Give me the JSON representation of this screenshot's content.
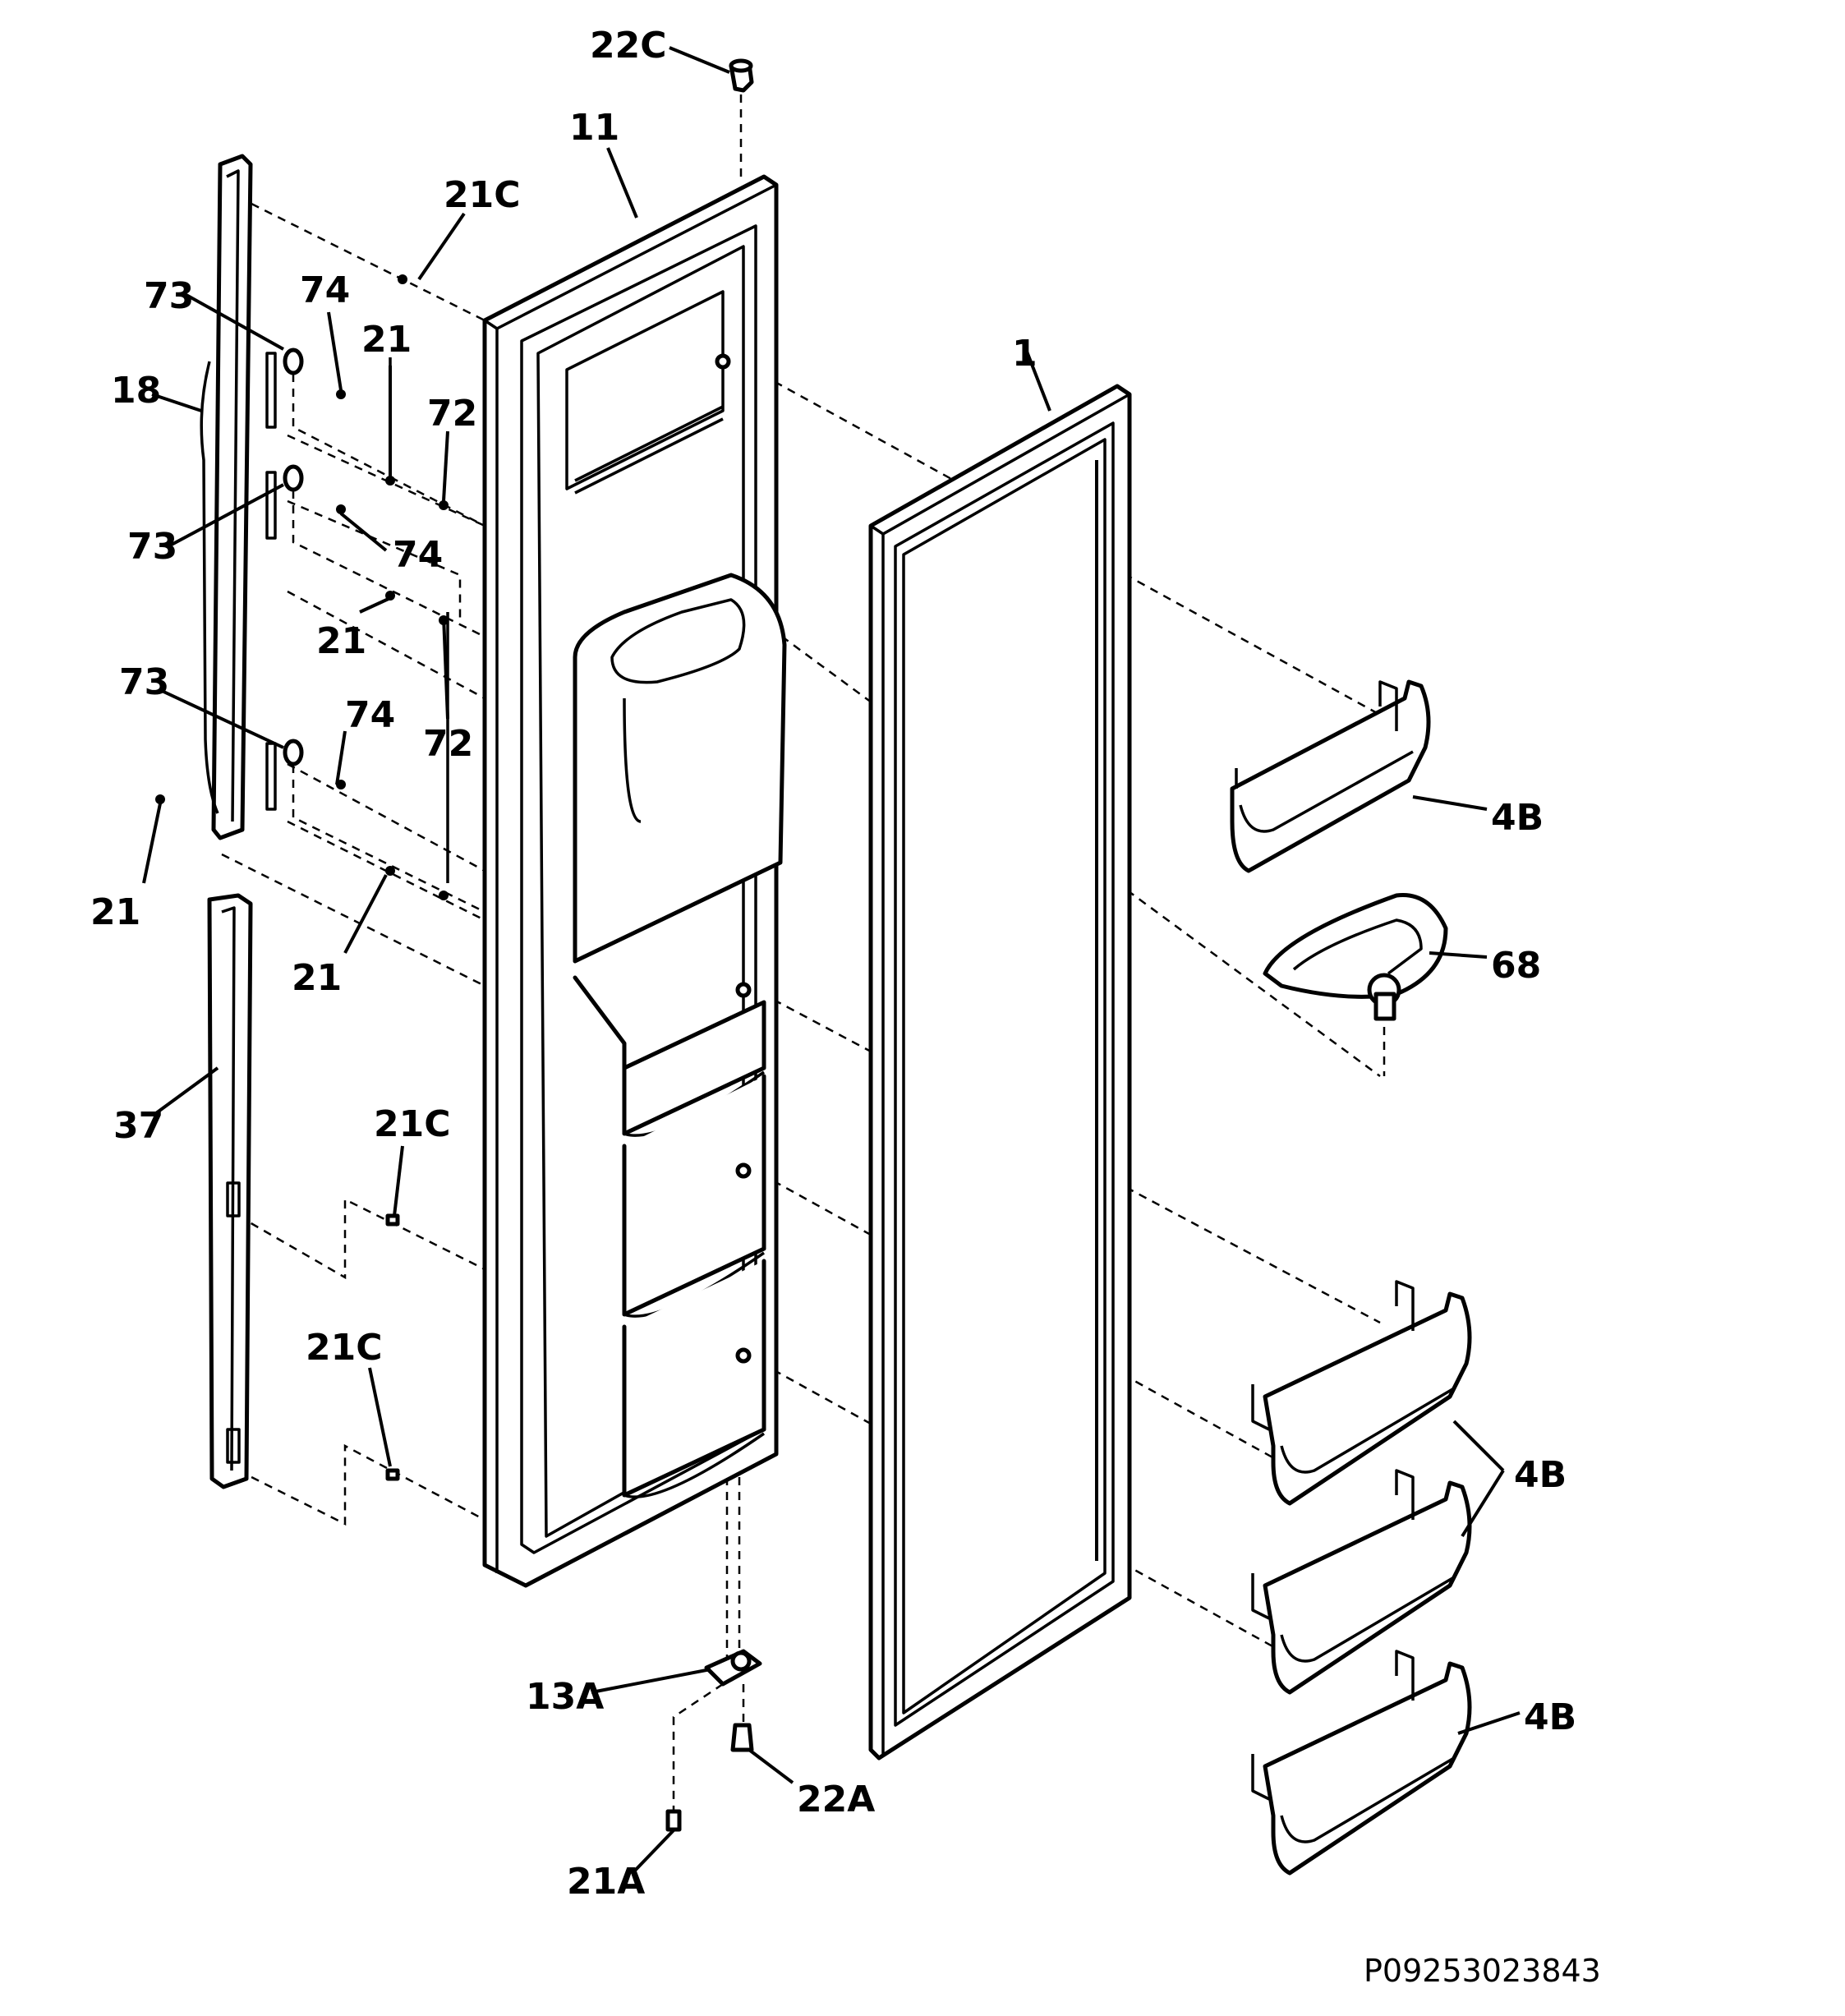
{
  "callouts": {
    "c22C_top": "22C",
    "c11": "11",
    "c21C_upper": "21C",
    "c73_a": "73",
    "c74_a": "74",
    "c21_a": "21",
    "c72_a": "72",
    "c18": "18",
    "c73_b": "73",
    "c74_b": "74",
    "c21_b": "21",
    "c73_c": "73",
    "c74_c": "74",
    "c72_b": "72",
    "c21_c": "21",
    "c21_d": "21",
    "c37": "37",
    "c21C_mid": "21C",
    "c21C_low": "21C",
    "c1": "1",
    "c4B_top": "4B",
    "c68": "68",
    "c4B_pair": "4B",
    "c4B_bottom": "4B",
    "c13A": "13A",
    "c22A": "22A",
    "c21A": "21A"
  },
  "reference_code": "P09253023843"
}
